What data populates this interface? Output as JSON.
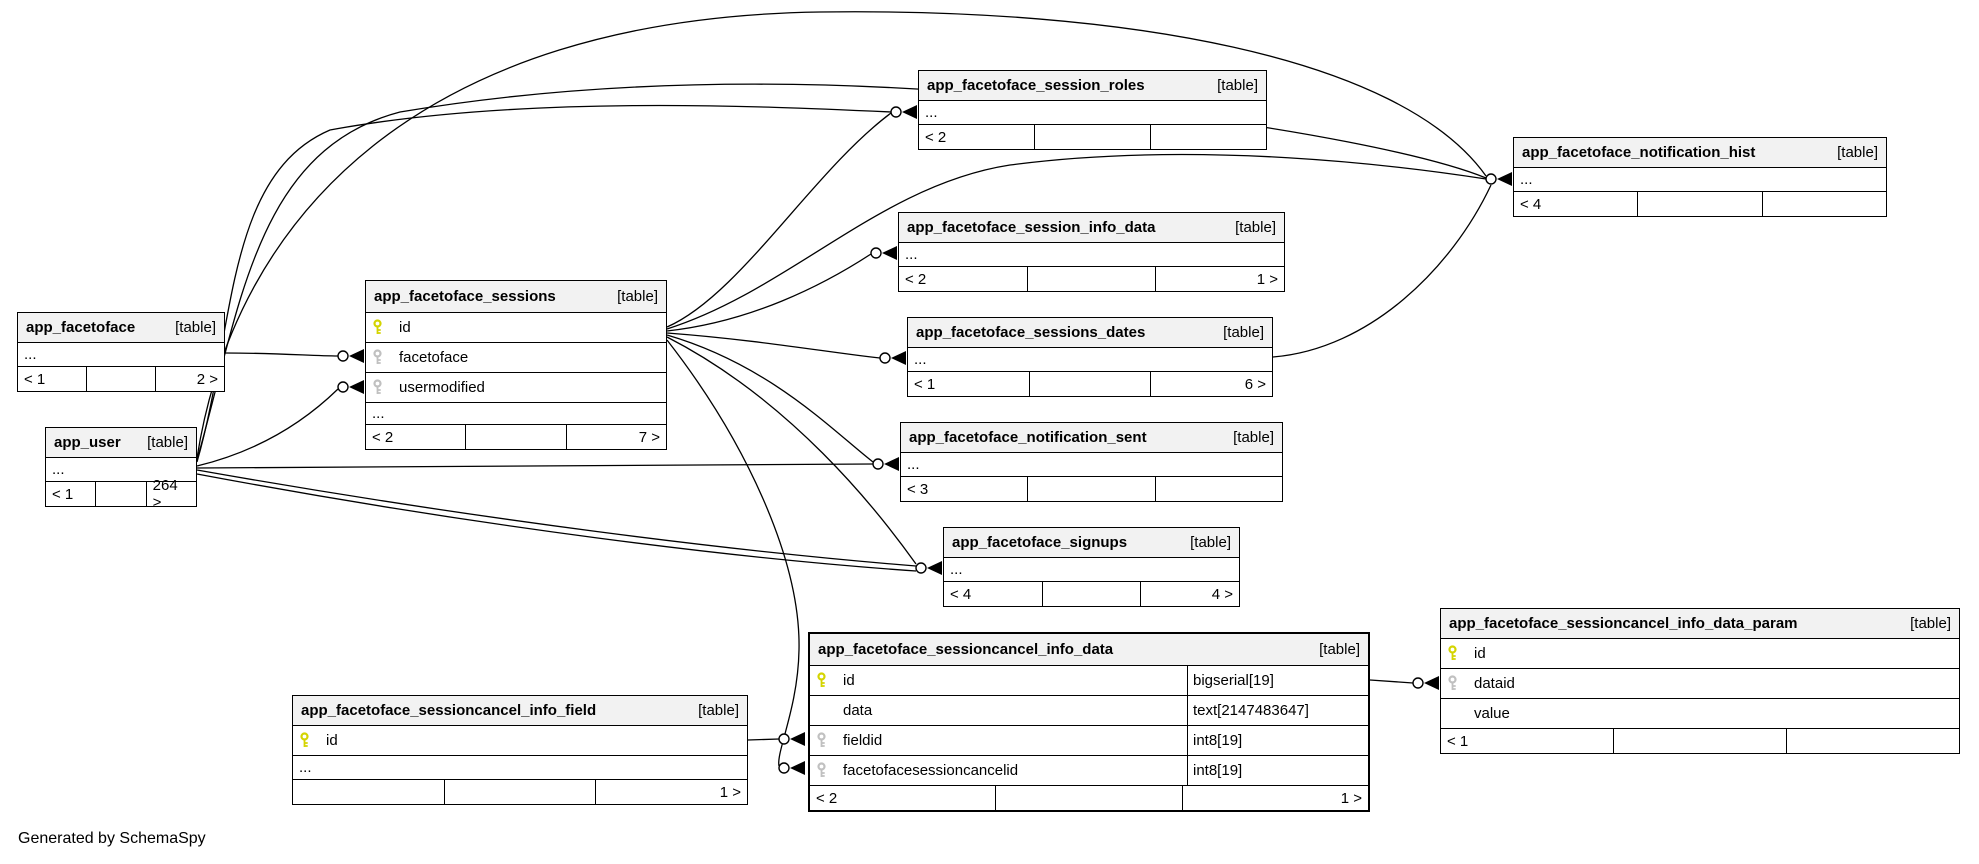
{
  "colors": {
    "primary_key": "#d4d400",
    "foreign_key": "#c0c0c0",
    "header_bg": "#f2f2f2",
    "line": "#000000"
  },
  "credit": "Generated by SchemaSpy",
  "tables": [
    {
      "name": "app_facetoface",
      "tag": "[table]",
      "dots": "...",
      "footer": {
        "left": "< 1",
        "mid": "",
        "right": "2 >"
      }
    },
    {
      "name": "app_user",
      "tag": "[table]",
      "dots": "...",
      "footer": {
        "left": "< 1",
        "mid": "",
        "right": "264 >"
      }
    },
    {
      "name": "app_facetoface_sessions",
      "tag": "[table]",
      "dots": "...",
      "columns": [
        {
          "key": "pk",
          "name": "id"
        },
        {
          "key": "fk",
          "name": "facetoface"
        },
        {
          "key": "fk",
          "name": "usermodified"
        }
      ],
      "footer": {
        "left": "< 2",
        "mid": "",
        "right": "7 >"
      }
    },
    {
      "name": "app_facetoface_session_roles",
      "tag": "[table]",
      "dots": "...",
      "footer": {
        "left": "< 2",
        "mid": "",
        "right": ""
      }
    },
    {
      "name": "app_facetoface_notification_hist",
      "tag": "[table]",
      "dots": "...",
      "footer": {
        "left": "< 4",
        "mid": "",
        "right": ""
      }
    },
    {
      "name": "app_facetoface_session_info_data",
      "tag": "[table]",
      "dots": "...",
      "footer": {
        "left": "< 2",
        "mid": "",
        "right": "1 >"
      }
    },
    {
      "name": "app_facetoface_sessions_dates",
      "tag": "[table]",
      "dots": "...",
      "footer": {
        "left": "< 1",
        "mid": "",
        "right": "6 >"
      }
    },
    {
      "name": "app_facetoface_notification_sent",
      "tag": "[table]",
      "dots": "...",
      "footer": {
        "left": "< 3",
        "mid": "",
        "right": ""
      }
    },
    {
      "name": "app_facetoface_signups",
      "tag": "[table]",
      "dots": "...",
      "footer": {
        "left": "< 4",
        "mid": "",
        "right": "4 >"
      }
    },
    {
      "name": "app_facetoface_sessioncancel_info_data",
      "tag": "[table]",
      "columns": [
        {
          "key": "pk",
          "name": "id",
          "type": "bigserial[19]"
        },
        {
          "key": "",
          "name": "data",
          "type": "text[2147483647]"
        },
        {
          "key": "fk",
          "name": "fieldid",
          "type": "int8[19]"
        },
        {
          "key": "fk",
          "name": "facetofacesessioncancelid",
          "type": "int8[19]"
        }
      ],
      "footer": {
        "left": "< 2",
        "mid": "",
        "right": "1 >"
      }
    },
    {
      "name": "app_facetoface_sessioncancel_info_data_param",
      "tag": "[table]",
      "columns": [
        {
          "key": "pk",
          "name": "id"
        },
        {
          "key": "fk",
          "name": "dataid"
        },
        {
          "key": "",
          "name": "value"
        }
      ],
      "footer": {
        "left": "< 1",
        "mid": "",
        "right": ""
      }
    },
    {
      "name": "app_facetoface_sessioncancel_info_field",
      "tag": "[table]",
      "dots": "...",
      "columns": [
        {
          "key": "pk",
          "name": "id"
        }
      ],
      "footer": {
        "left": "",
        "mid": "",
        "right": "1 >"
      }
    }
  ]
}
